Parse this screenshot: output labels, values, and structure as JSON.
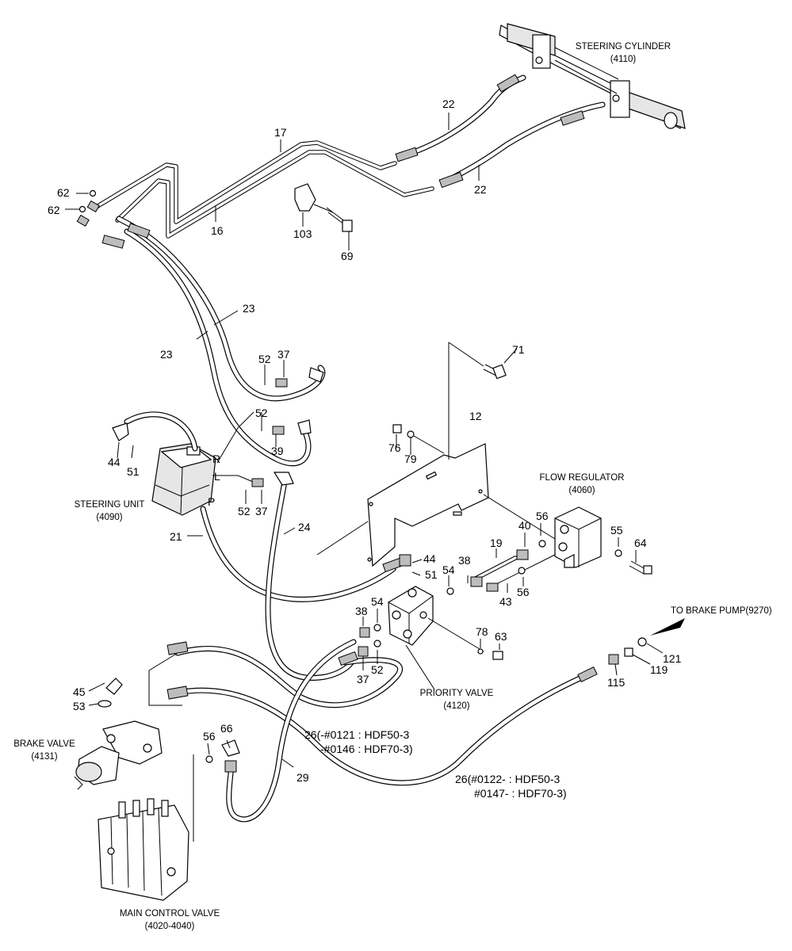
{
  "components": {
    "steering_cylinder": {
      "name": "STEERING CYLINDER",
      "code": "(4110)"
    },
    "steering_unit": {
      "name": "STEERING UNIT",
      "code": "(4090)",
      "ports": {
        "r": "R",
        "l": "L",
        "p": "P"
      }
    },
    "flow_regulator": {
      "name": "FLOW REGULATOR",
      "code": "(4060)"
    },
    "priority_valve": {
      "name": "PRIORITY VALVE",
      "code": "(4120)"
    },
    "brake_valve": {
      "name": "BRAKE VALVE",
      "code": "(4131)"
    },
    "main_control_valve": {
      "name": "MAIN CONTROL VALVE",
      "code": "(4020-4040)"
    },
    "brake_pump_note": "TO BRAKE PUMP(9270)"
  },
  "callouts": {
    "p22a": "22",
    "p22b": "22",
    "p17": "17",
    "p16": "16",
    "p62a": "62",
    "p62b": "62",
    "p103": "103",
    "p69": "69",
    "p23a": "23",
    "p23b": "23",
    "p52a": "52",
    "p37a": "37",
    "p52b": "52",
    "p39": "39",
    "p44a": "44",
    "p51a": "51",
    "p52c": "52",
    "p37b": "37",
    "p21": "21",
    "p24": "24",
    "p71": "71",
    "p12": "12",
    "p76": "76",
    "p79": "79",
    "p56a": "56",
    "p40": "40",
    "p55": "55",
    "p64": "64",
    "p19": "19",
    "p44b": "44",
    "p51b": "51",
    "p54a": "54",
    "p38a": "38",
    "p56b": "56",
    "p43": "43",
    "p38b": "38",
    "p54b": "54",
    "p78": "78",
    "p63": "63",
    "p37c": "37",
    "p52d": "52",
    "p45": "45",
    "p53": "53",
    "p66": "66",
    "p56c": "56",
    "p29": "29",
    "p115": "115",
    "p119": "119",
    "p121": "121"
  },
  "hose_notes": {
    "h26a_line1": "26(-#0121 : HDF50-3",
    "h26a_line2": "-#0146 : HDF70-3)",
    "h26b_line1": "26(#0122- : HDF50-3",
    "h26b_line2": "#0147- : HDF70-3)"
  }
}
